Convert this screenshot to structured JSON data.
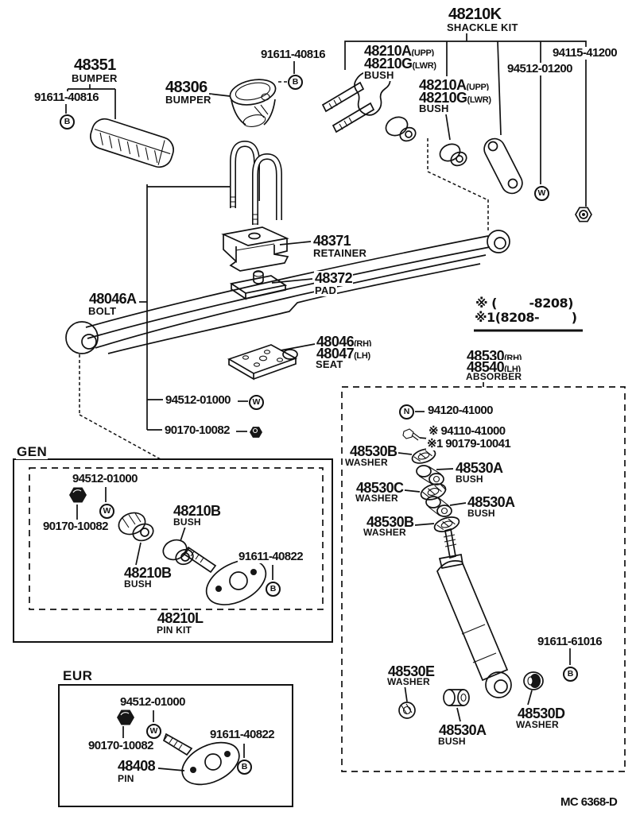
{
  "sections": {
    "gen": "GEN",
    "eur": "EUR"
  },
  "footer": {
    "doc_code": "MC 6368-D"
  },
  "icons": {
    "b": "B",
    "w": "W",
    "n": "N"
  },
  "notes": {
    "line1": "※ (        -8208)",
    "line2": "※1(8208-        )"
  },
  "labels": {
    "shackle_kit": {
      "code": "48210K",
      "desc": "SHACKLE KIT"
    },
    "bush_block_1": {
      "code1": "48210A",
      "tag1": "(UPP)",
      "code2": "48210G",
      "tag2": "(LWR)",
      "desc": "BUSH"
    },
    "bush_block_2": {
      "code1": "48210A",
      "tag1": "(UPP)",
      "code2": "48210G",
      "tag2": "(LWR)",
      "desc": "BUSH"
    },
    "pn_94512_01200": "94512-01200",
    "pn_94115_41200": "94115-41200",
    "pn_91611_40816_top": "91611-40816",
    "pn_91611_40816_left": "91611-40816",
    "bumper_48351": {
      "code": "48351",
      "desc": "BUMPER"
    },
    "bumper_48306": {
      "code": "48306",
      "desc": "BUMPER"
    },
    "retainer": {
      "code": "48371",
      "desc": "RETAINER"
    },
    "pad": {
      "code": "48372",
      "desc": "PAD"
    },
    "bolt": {
      "code": "48046A",
      "desc": "BOLT"
    },
    "seat": {
      "code1": "48046",
      "tag1": "(RH)",
      "code2": "48047",
      "tag2": "(LH)",
      "desc": "SEAT"
    },
    "absorber": {
      "code1": "48530",
      "tag1": "(RH)",
      "code2": "48540",
      "tag2": "(LH)",
      "desc": "ABSORBER"
    },
    "pn_94120_41000": "94120-41000",
    "pn_94110_41000": "※ 94110-41000",
    "pn_90179_10041": "※1 90179-10041",
    "washer_48530b_1": {
      "code": "48530B",
      "desc": "WASHER"
    },
    "bush_48530a_1": {
      "code": "48530A",
      "desc": "BUSH"
    },
    "washer_48530c": {
      "code": "48530C",
      "desc": "WASHER"
    },
    "bush_48530a_2": {
      "code": "48530A",
      "desc": "BUSH"
    },
    "washer_48530b_2": {
      "code": "48530B",
      "desc": "WASHER"
    },
    "pn_91611_61016": "91611-61016",
    "washer_48530e": {
      "code": "48530E",
      "desc": "WASHER"
    },
    "bush_48530a_3": {
      "code": "48530A",
      "desc": "BUSH"
    },
    "washer_48530d": {
      "code": "48530D",
      "desc": "WASHER"
    },
    "mid_pn_94512_01000": "94512-01000",
    "mid_pn_90170_10082": "90170-10082",
    "gen_pn_94512_01000": "94512-01000",
    "gen_pn_90170_10082": "90170-10082",
    "gen_bush_upper": {
      "code": "48210B",
      "desc": "BUSH"
    },
    "gen_bush_lower": {
      "code": "48210B",
      "desc": "BUSH"
    },
    "gen_pn_91611_40822": "91611-40822",
    "gen_pin_kit": {
      "code": "48210L",
      "desc": "PIN KIT"
    },
    "eur_pn_94512_01000": "94512-01000",
    "eur_pn_90170_10082": "90170-10082",
    "eur_pn_91611_40822": "91611-40822",
    "eur_pin": {
      "code": "48408",
      "desc": "PIN"
    }
  }
}
